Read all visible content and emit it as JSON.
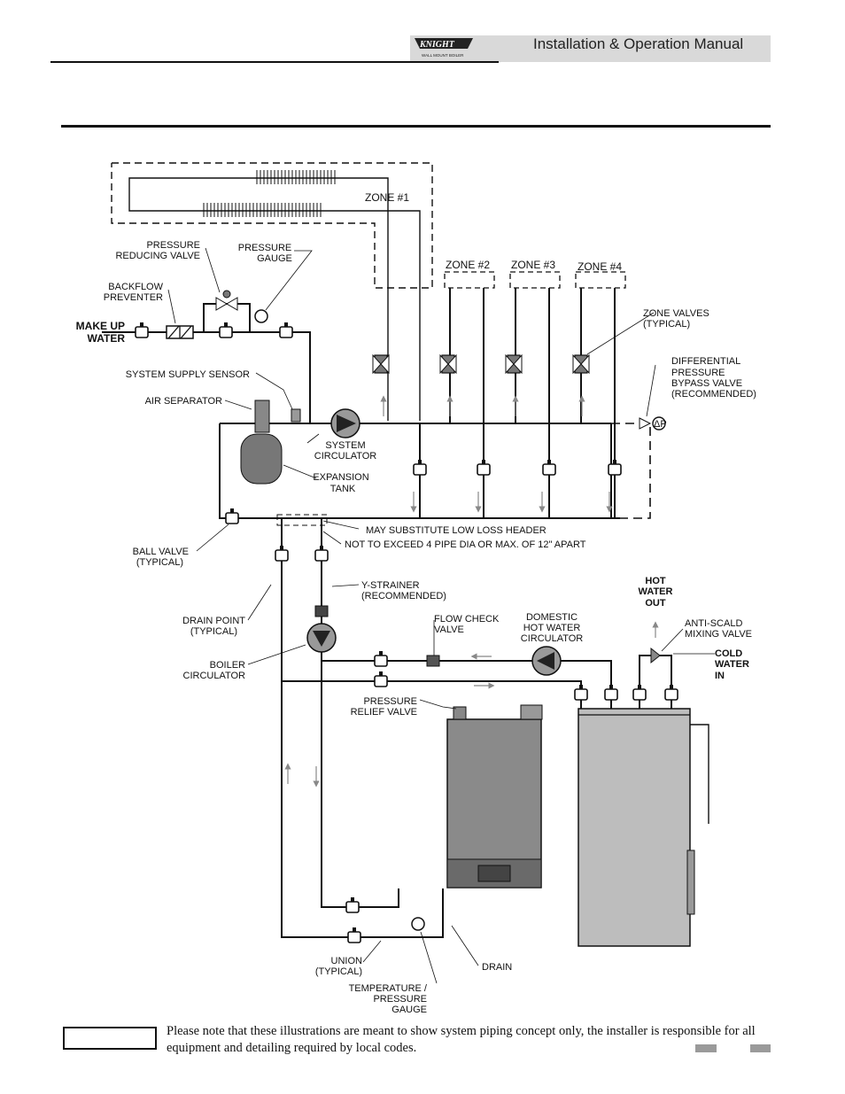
{
  "header": {
    "manual_title": "Installation & Operation Manual",
    "logo_brand": "KNIGHT",
    "logo_sub": "WALL MOUNT BOILER"
  },
  "diagram": {
    "zones": {
      "zone1": "ZONE #1",
      "zone2": "ZONE #2",
      "zone3": "ZONE #3",
      "zone4": "ZONE #4"
    },
    "labels": {
      "pressure_reducing_valve": [
        "PRESSURE",
        "REDUCING VALVE"
      ],
      "pressure_gauge": [
        "PRESSURE",
        "GAUGE"
      ],
      "backflow_preventer": [
        "BACKFLOW",
        "PREVENTER"
      ],
      "make_up_water": [
        "MAKE UP",
        "WATER"
      ],
      "system_supply_sensor": "SYSTEM SUPPLY SENSOR",
      "air_separator": "AIR SEPARATOR",
      "system_circulator": [
        "SYSTEM",
        "CIRCULATOR"
      ],
      "expansion_tank": [
        "EXPANSION",
        "TANK"
      ],
      "zone_valves": [
        "ZONE VALVES",
        "(TYPICAL)"
      ],
      "differential_bypass": [
        "DIFFERENTIAL",
        "PRESSURE",
        "BYPASS VALVE",
        "(RECOMMENDED)"
      ],
      "bypass_symbol": "ΔP",
      "low_loss_header": "MAY SUBSTITUTE LOW LOSS HEADER",
      "pipe_spacing": "NOT TO EXCEED 4 PIPE DIA OR MAX. OF 12\" APART",
      "ball_valve": [
        "BALL VALVE",
        "(TYPICAL)"
      ],
      "y_strainer": [
        "Y-STRAINER",
        "(RECOMMENDED)"
      ],
      "drain_point": [
        "DRAIN POINT",
        "(TYPICAL)"
      ],
      "flow_check_valve": [
        "FLOW CHECK",
        "VALVE"
      ],
      "dhw_circulator": [
        "DOMESTIC",
        "HOT WATER",
        "CIRCULATOR"
      ],
      "hot_water_out": [
        "HOT",
        "WATER",
        "OUT"
      ],
      "anti_scald": [
        "ANTI-SCALD",
        "MIXING VALVE"
      ],
      "cold_water_in": [
        "COLD",
        "WATER",
        "IN"
      ],
      "boiler_circulator": [
        "BOILER",
        "CIRCULATOR"
      ],
      "pressure_relief_valve": [
        "PRESSURE",
        "RELIEF VALVE"
      ],
      "union": [
        "UNION",
        "(TYPICAL)"
      ],
      "drain": "DRAIN",
      "temp_pressure_gauge": [
        "TEMPERATURE /",
        "PRESSURE",
        "GAUGE"
      ]
    }
  },
  "note": {
    "label": "",
    "text": "Please note that these illustrations are meant to show system piping concept only, the installer is responsible for all equipment and detailing required by local codes."
  },
  "colors": {
    "pipe": "#111111",
    "equipment_gray": "#8a8a8a",
    "tank_gray": "#bdbdbd",
    "header_band": "#d9d9d9"
  }
}
